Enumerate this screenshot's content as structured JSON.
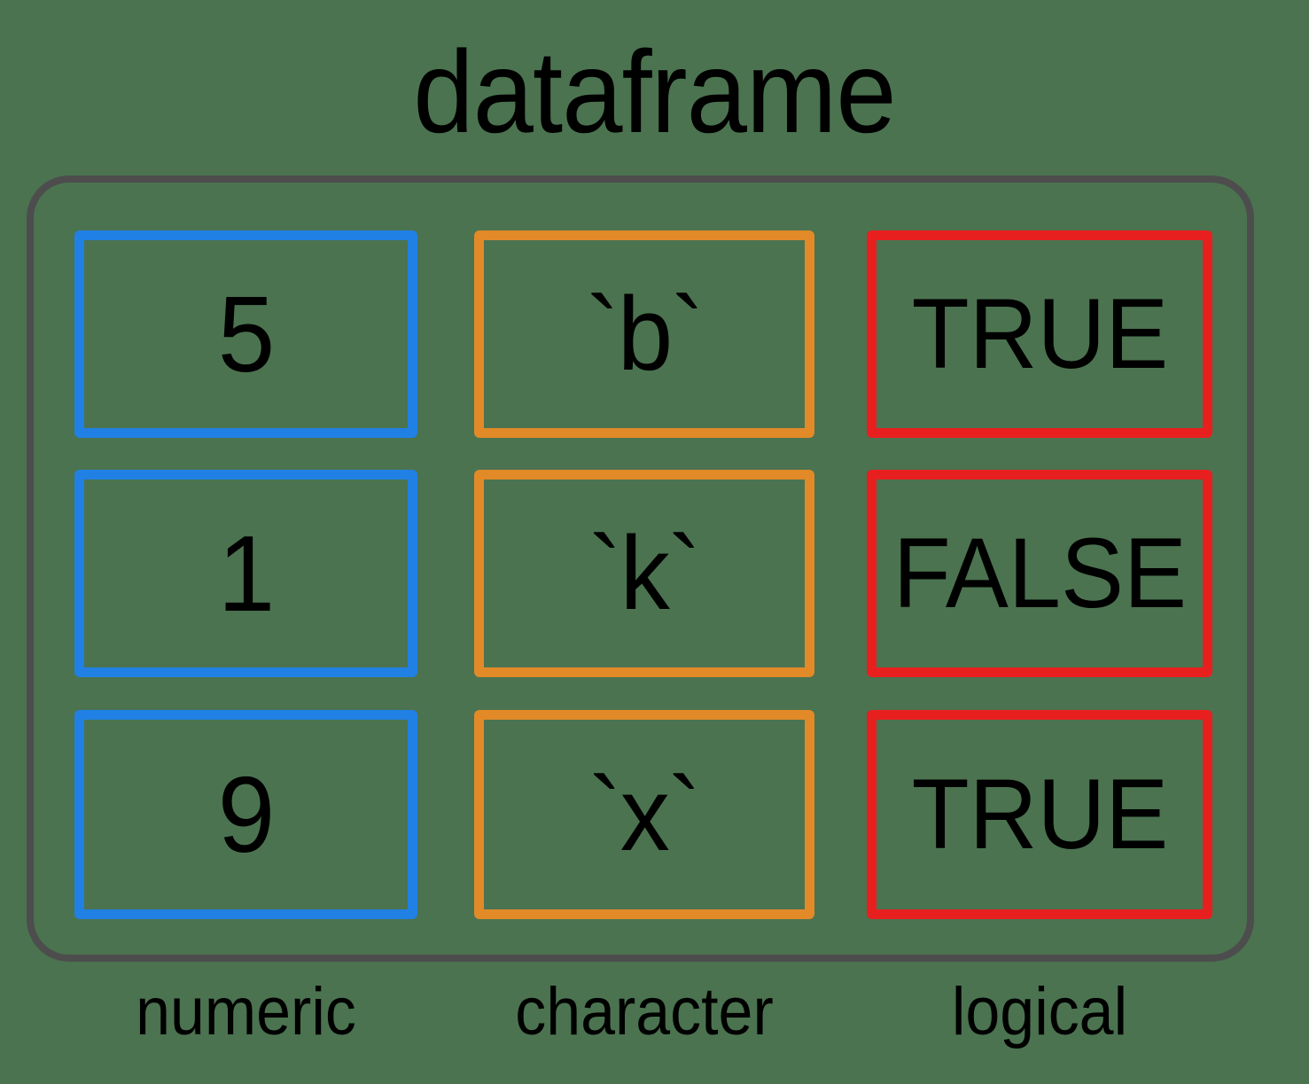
{
  "diagram": {
    "title": "dataframe",
    "background_color": "#4b7350",
    "frame_border_color": "#4d4d4d",
    "text_color": "#000000",
    "columns": [
      {
        "key": "numeric",
        "label": "numeric",
        "color": "#2180e3",
        "values": [
          "5",
          "1",
          "9"
        ]
      },
      {
        "key": "character",
        "label": "character",
        "color": "#e28a28",
        "values": [
          "`b`",
          "`k`",
          "`x`"
        ]
      },
      {
        "key": "logical",
        "label": "logical",
        "color": "#e81f1f",
        "values": [
          "TRUE",
          "FALSE",
          "TRUE"
        ]
      }
    ],
    "rows": [
      {
        "numeric": "5",
        "character": "`b`",
        "logical": "TRUE"
      },
      {
        "numeric": "1",
        "character": "`k`",
        "logical": "FALSE"
      },
      {
        "numeric": "9",
        "character": "`x`",
        "logical": "TRUE"
      }
    ]
  }
}
